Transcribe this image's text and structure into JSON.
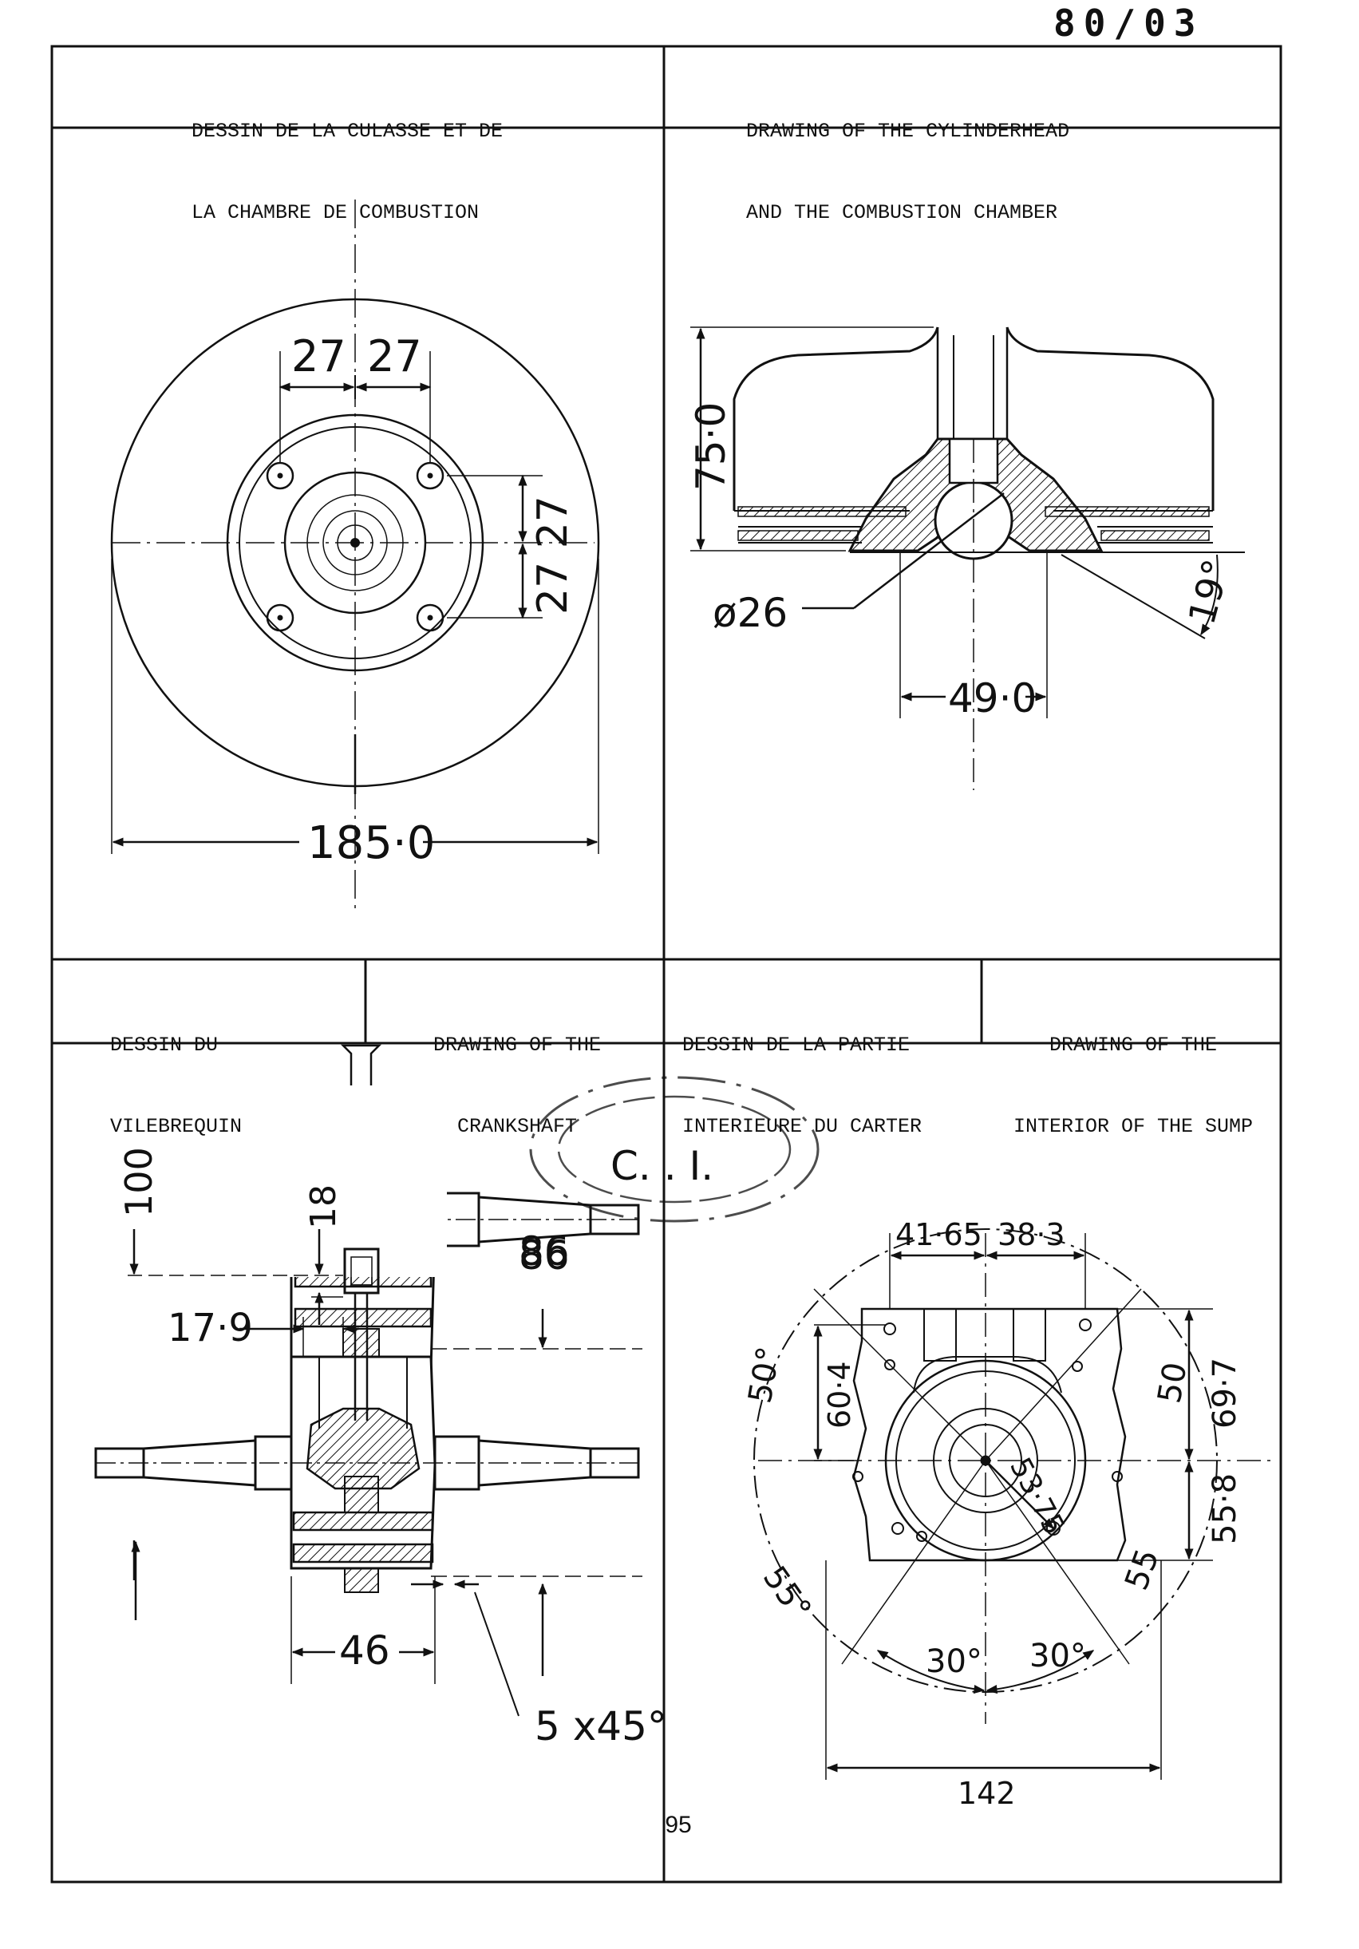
{
  "doc_code": "80/03",
  "page_number": "95",
  "headers": {
    "cylinderhead_fr_1": "DESSIN DE LA CULASSE ET DE",
    "cylinderhead_fr_2": "LA CHAMBRE DE COMBUSTION",
    "cylinderhead_en_1": "DRAWING OF THE CYLINDERHEAD",
    "cylinderhead_en_2": "AND THE COMBUSTION CHAMBER",
    "crank_fr_1": "DESSIN DU",
    "crank_fr_2": "VILEBREQUIN",
    "crank_en_1": "DRAWING OF THE",
    "crank_en_2": "CRANKSHAFT",
    "sump_fr_1": "DESSIN DE LA PARTIE",
    "sump_fr_2": "INTERIEURE DU CARTER",
    "sump_en_1": "DRAWING OF THE",
    "sump_en_2": "INTERIOR OF THE SUMP"
  },
  "stamp_text": "C. . I.",
  "dims": {
    "head_top_27a": "27",
    "head_top_27b": "27",
    "head_side_27": "27 27",
    "head_diameter": "185·0",
    "chamber_height": "75·0",
    "chamber_bore": "ø26",
    "chamber_angle": "19°",
    "chamber_width": "49·0",
    "crank_100": "100",
    "crank_18": "18",
    "crank_86": "86",
    "crank_17_9": "17·9",
    "crank_46": "46",
    "crank_chamfer": "5 x45°",
    "sump_41_65": "41·65",
    "sump_38_3": "38·3",
    "sump_60_4": "60·4",
    "sump_50_left": "50°",
    "sump_50_right": "50",
    "sump_69_7": "69·7",
    "sump_55_8": "55·8",
    "sump_53_75": "53·75",
    "sump_55_left": "55°",
    "sump_55_right": "55",
    "sump_30_left": "30°",
    "sump_30_right": "30°",
    "sump_142": "142"
  },
  "colors": {
    "ink": "#111111",
    "paper": "#ffffff"
  }
}
